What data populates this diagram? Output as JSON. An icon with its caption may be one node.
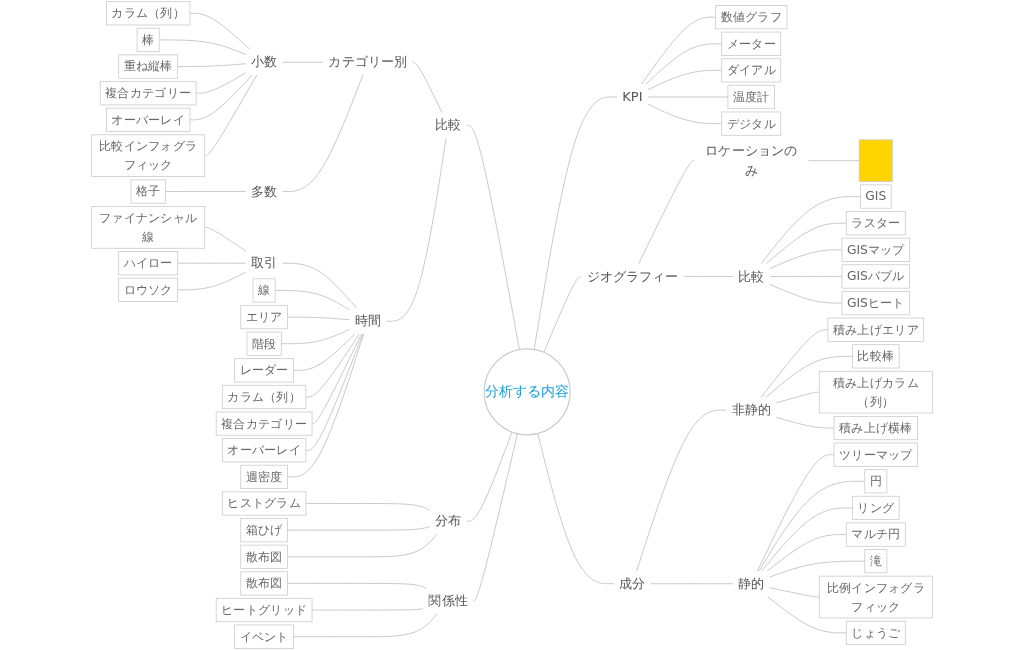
{
  "diagram": {
    "nodes": [
      {
        "text": [
          "分析する内容"
        ]
      },
      {
        "text": [
          "比較"
        ]
      },
      {
        "text": [
          "カテゴリー別"
        ]
      },
      {
        "text": [
          "時間"
        ]
      },
      {
        "text": [
          "小数"
        ]
      },
      {
        "text": [
          "多数"
        ]
      },
      {
        "text": [
          "取引"
        ]
      },
      {
        "text": [
          "カラム（列）"
        ]
      },
      {
        "text": [
          "棒"
        ]
      },
      {
        "text": [
          "重ね縦棒"
        ]
      },
      {
        "text": [
          "複合カテゴリー"
        ]
      },
      {
        "text": [
          "オーバーレイ"
        ]
      },
      {
        "text": [
          "比較インフォグラフィック"
        ]
      },
      {
        "text": [
          "格子"
        ]
      },
      {
        "text": [
          "線"
        ]
      },
      {
        "text": [
          "エリア"
        ]
      },
      {
        "text": [
          "階段"
        ]
      },
      {
        "text": [
          "レーダー"
        ]
      },
      {
        "text": [
          "カラム（列）"
        ]
      },
      {
        "text": [
          "複合カテゴリー"
        ]
      },
      {
        "text": [
          "オーバーレイ"
        ]
      },
      {
        "text": [
          "週密度"
        ]
      },
      {
        "text": [
          "ファイナンシャル線"
        ]
      },
      {
        "text": [
          "ハイロー"
        ]
      },
      {
        "text": [
          "ロウソク"
        ]
      },
      {
        "text": [
          "分布"
        ]
      },
      {
        "text": [
          "ヒストグラム"
        ]
      },
      {
        "text": [
          "箱ひげ"
        ]
      },
      {
        "text": [
          "散布図"
        ]
      },
      {
        "text": [
          "関係性"
        ]
      },
      {
        "text": [
          "散布図"
        ]
      },
      {
        "text": [
          "ヒートグリッド"
        ]
      },
      {
        "text": [
          "イベント"
        ]
      },
      {
        "text": [
          "KPI"
        ]
      },
      {
        "text": [
          "数値グラフ"
        ]
      },
      {
        "text": [
          "メーター"
        ]
      },
      {
        "text": [
          "ダイアル"
        ]
      },
      {
        "text": [
          "温度計"
        ]
      },
      {
        "text": [
          "デジタル"
        ]
      },
      {
        "text": [
          "ジオグラフィー"
        ]
      },
      {
        "text": [
          "ロケーションのみ"
        ]
      },
      {
        "text": [],
        "shape": "box"
      },
      {
        "text": [
          "比較"
        ]
      },
      {
        "text": [
          "GIS"
        ]
      },
      {
        "text": [
          "ラスター"
        ]
      },
      {
        "text": [
          "GISマップ"
        ]
      },
      {
        "text": [
          "GISバブル"
        ]
      },
      {
        "text": [
          "GISヒート"
        ]
      },
      {
        "text": [
          "成分"
        ]
      },
      {
        "text": [
          "非静的"
        ]
      },
      {
        "text": [
          "静的"
        ]
      },
      {
        "text": [
          "積み上げエリア"
        ]
      },
      {
        "text": [
          "比較棒"
        ]
      },
      {
        "text": [
          "積み上げカラム（列）"
        ]
      },
      {
        "text": [
          "積み上げ横棒"
        ]
      },
      {
        "text": [
          "ツリーマップ"
        ]
      },
      {
        "text": [
          "円"
        ]
      },
      {
        "text": [
          "リング"
        ]
      },
      {
        "text": [
          "マルチ円"
        ]
      },
      {
        "text": [
          "滝"
        ]
      },
      {
        "text": [
          "比例インフォグラフィック"
        ]
      },
      {
        "text": [
          "じょうご"
        ]
      }
    ],
    "edges": [
      {
        "from": 1,
        "to": 0,
        "arrow": "none"
      },
      {
        "from": 2,
        "to": 1,
        "arrow": "none"
      },
      {
        "from": 3,
        "to": 1,
        "arrow": "none"
      },
      {
        "from": 4,
        "to": 2,
        "arrow": "none"
      },
      {
        "from": 5,
        "to": 2,
        "arrow": "none"
      },
      {
        "from": 6,
        "to": 3,
        "arrow": "none"
      },
      {
        "from": 7,
        "to": 4,
        "arrow": "none"
      },
      {
        "from": 8,
        "to": 4,
        "arrow": "none"
      },
      {
        "from": 9,
        "to": 4,
        "arrow": "none"
      },
      {
        "from": 10,
        "to": 4,
        "arrow": "none"
      },
      {
        "from": 11,
        "to": 4,
        "arrow": "none"
      },
      {
        "from": 12,
        "to": 4,
        "arrow": "none"
      },
      {
        "from": 13,
        "to": 5,
        "arrow": "none"
      },
      {
        "from": 14,
        "to": 3,
        "arrow": "none"
      },
      {
        "from": 15,
        "to": 3,
        "arrow": "none"
      },
      {
        "from": 16,
        "to": 3,
        "arrow": "none"
      },
      {
        "from": 17,
        "to": 3,
        "arrow": "none"
      },
      {
        "from": 18,
        "to": 3,
        "arrow": "none"
      },
      {
        "from": 19,
        "to": 3,
        "arrow": "none"
      },
      {
        "from": 20,
        "to": 3,
        "arrow": "none"
      },
      {
        "from": 21,
        "to": 3,
        "arrow": "none"
      },
      {
        "from": 22,
        "to": 6,
        "arrow": "none"
      },
      {
        "from": 23,
        "to": 6,
        "arrow": "none"
      },
      {
        "from": 24,
        "to": 6,
        "arrow": "none"
      },
      {
        "from": 25,
        "to": 0,
        "arrow": "none"
      },
      {
        "from": 26,
        "to": 25,
        "arrow": "none"
      },
      {
        "from": 27,
        "to": 25,
        "arrow": "none"
      },
      {
        "from": 28,
        "to": 25,
        "arrow": "none"
      },
      {
        "from": 29,
        "to": 0,
        "arrow": "none"
      },
      {
        "from": 30,
        "to": 29,
        "arrow": "none"
      },
      {
        "from": 31,
        "to": 29,
        "arrow": "none"
      },
      {
        "from": 32,
        "to": 29,
        "arrow": "none"
      },
      {
        "from": 0,
        "to": 33,
        "arrow": "none"
      },
      {
        "from": 33,
        "to": 34,
        "arrow": "none"
      },
      {
        "from": 33,
        "to": 35,
        "arrow": "none"
      },
      {
        "from": 33,
        "to": 36,
        "arrow": "none"
      },
      {
        "from": 33,
        "to": 37,
        "arrow": "none"
      },
      {
        "from": 33,
        "to": 38,
        "arrow": "none"
      },
      {
        "from": 0,
        "to": 39,
        "arrow": "none"
      },
      {
        "from": 39,
        "to": 40,
        "arrow": "none"
      },
      {
        "from": 40,
        "to": 41,
        "arrow": "none"
      },
      {
        "from": 39,
        "to": 42,
        "arrow": "none"
      },
      {
        "from": 42,
        "to": 43,
        "arrow": "none"
      },
      {
        "from": 42,
        "to": 44,
        "arrow": "none"
      },
      {
        "from": 42,
        "to": 45,
        "arrow": "none"
      },
      {
        "from": 42,
        "to": 46,
        "arrow": "none"
      },
      {
        "from": 42,
        "to": 47,
        "arrow": "none"
      },
      {
        "from": 0,
        "to": 48,
        "arrow": "none"
      },
      {
        "from": 48,
        "to": 49,
        "arrow": "none"
      },
      {
        "from": 48,
        "to": 50,
        "arrow": "none"
      },
      {
        "from": 49,
        "to": 51,
        "arrow": "none"
      },
      {
        "from": 49,
        "to": 52,
        "arrow": "none"
      },
      {
        "from": 49,
        "to": 53,
        "arrow": "none"
      },
      {
        "from": 49,
        "to": 54,
        "arrow": "none"
      },
      {
        "from": 50,
        "to": 55,
        "arrow": "none"
      },
      {
        "from": 50,
        "to": 56,
        "arrow": "none"
      },
      {
        "from": 50,
        "to": 57,
        "arrow": "none"
      },
      {
        "from": 50,
        "to": 58,
        "arrow": "none"
      },
      {
        "from": 50,
        "to": 59,
        "arrow": "none"
      },
      {
        "from": 50,
        "to": 60,
        "arrow": "none"
      },
      {
        "from": 50,
        "to": 61,
        "arrow": "none"
      }
    ]
  }
}
